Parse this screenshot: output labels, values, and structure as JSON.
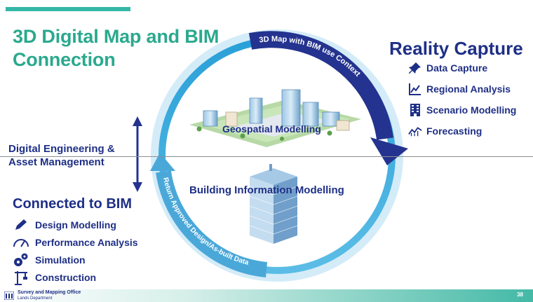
{
  "title": {
    "line1": "3D Digital Map and BIM",
    "line2": "Connection"
  },
  "reality_capture": {
    "title": "Reality Capture",
    "items": [
      {
        "label": "Data Capture",
        "icon": "pushpin-icon"
      },
      {
        "label": "Regional Analysis",
        "icon": "trend-chart-icon"
      },
      {
        "label": "Scenario Modelling",
        "icon": "building-icon"
      },
      {
        "label": "Forecasting",
        "icon": "forecast-icon"
      }
    ]
  },
  "digital_engineering": {
    "line1": "Digital Engineering &",
    "line2": "Asset Management"
  },
  "connected_to_bim": {
    "title": "Connected to BIM",
    "items": [
      {
        "label": "Design Modelling",
        "icon": "pencil-icon"
      },
      {
        "label": "Performance Analysis",
        "icon": "gauge-icon"
      },
      {
        "label": "Simulation",
        "icon": "gears-icon"
      },
      {
        "label": "Construction",
        "icon": "crane-icon"
      }
    ]
  },
  "diagram": {
    "geospatial_label": "Geospatial Modelling",
    "bim_label": "Building Information Modelling",
    "top_arrow_text": "3D Map with BIM use Context",
    "bottom_arrow_text": "Return Approved Design/As-built Data"
  },
  "footer": {
    "org": "Survey and Mapping Office",
    "dept": "Lands Department",
    "page": "38"
  },
  "colors": {
    "teal": "#2aa98e",
    "navy": "#1e2f86",
    "ring_blue": "#3fa9dc"
  }
}
